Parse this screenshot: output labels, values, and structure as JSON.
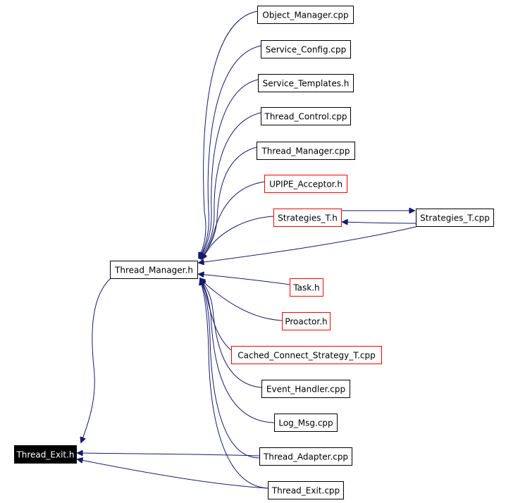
{
  "graph": {
    "edge_color": "#191970",
    "nodes": [
      {
        "id": "thread_exit_h",
        "label": "Thread_Exit.h",
        "style": "root"
      },
      {
        "id": "thread_manager_h",
        "label": "Thread_Manager.h",
        "style": "normal"
      },
      {
        "id": "object_manager_cpp",
        "label": "Object_Manager.cpp",
        "style": "normal"
      },
      {
        "id": "service_config_cpp",
        "label": "Service_Config.cpp",
        "style": "normal"
      },
      {
        "id": "service_templates_h",
        "label": "Service_Templates.h",
        "style": "normal"
      },
      {
        "id": "thread_control_cpp",
        "label": "Thread_Control.cpp",
        "style": "normal"
      },
      {
        "id": "thread_manager_cpp",
        "label": "Thread_Manager.cpp",
        "style": "normal"
      },
      {
        "id": "upipe_acceptor_h",
        "label": "UPIPE_Acceptor.h",
        "style": "red"
      },
      {
        "id": "strategies_t_h",
        "label": "Strategies_T.h",
        "style": "red"
      },
      {
        "id": "strategies_t_cpp",
        "label": "Strategies_T.cpp",
        "style": "normal"
      },
      {
        "id": "task_h",
        "label": "Task.h",
        "style": "red"
      },
      {
        "id": "proactor_h",
        "label": "Proactor.h",
        "style": "red"
      },
      {
        "id": "cached_connect_strategy_t_cpp",
        "label": "Cached_Connect_Strategy_T.cpp",
        "style": "red"
      },
      {
        "id": "event_handler_cpp",
        "label": "Event_Handler.cpp",
        "style": "normal"
      },
      {
        "id": "log_msg_cpp",
        "label": "Log_Msg.cpp",
        "style": "normal"
      },
      {
        "id": "thread_adapter_cpp",
        "label": "Thread_Adapter.cpp",
        "style": "normal"
      },
      {
        "id": "thread_exit_cpp",
        "label": "Thread_Exit.cpp",
        "style": "normal"
      }
    ],
    "edges": [
      {
        "from": "thread_manager_h",
        "to": "thread_exit_h"
      },
      {
        "from": "thread_adapter_cpp",
        "to": "thread_exit_h"
      },
      {
        "from": "thread_exit_cpp",
        "to": "thread_exit_h"
      },
      {
        "from": "object_manager_cpp",
        "to": "thread_manager_h"
      },
      {
        "from": "service_config_cpp",
        "to": "thread_manager_h"
      },
      {
        "from": "service_templates_h",
        "to": "thread_manager_h"
      },
      {
        "from": "thread_control_cpp",
        "to": "thread_manager_h"
      },
      {
        "from": "thread_manager_cpp",
        "to": "thread_manager_h"
      },
      {
        "from": "upipe_acceptor_h",
        "to": "thread_manager_h"
      },
      {
        "from": "strategies_t_h",
        "to": "thread_manager_h"
      },
      {
        "from": "strategies_t_cpp",
        "to": "thread_manager_h"
      },
      {
        "from": "task_h",
        "to": "thread_manager_h"
      },
      {
        "from": "proactor_h",
        "to": "thread_manager_h"
      },
      {
        "from": "cached_connect_strategy_t_cpp",
        "to": "thread_manager_h"
      },
      {
        "from": "event_handler_cpp",
        "to": "thread_manager_h"
      },
      {
        "from": "log_msg_cpp",
        "to": "thread_manager_h"
      },
      {
        "from": "thread_adapter_cpp",
        "to": "thread_manager_h"
      },
      {
        "from": "thread_exit_cpp",
        "to": "thread_manager_h"
      },
      {
        "from": "strategies_t_h",
        "to": "strategies_t_cpp"
      },
      {
        "from": "strategies_t_cpp",
        "to": "strategies_t_h"
      }
    ]
  }
}
